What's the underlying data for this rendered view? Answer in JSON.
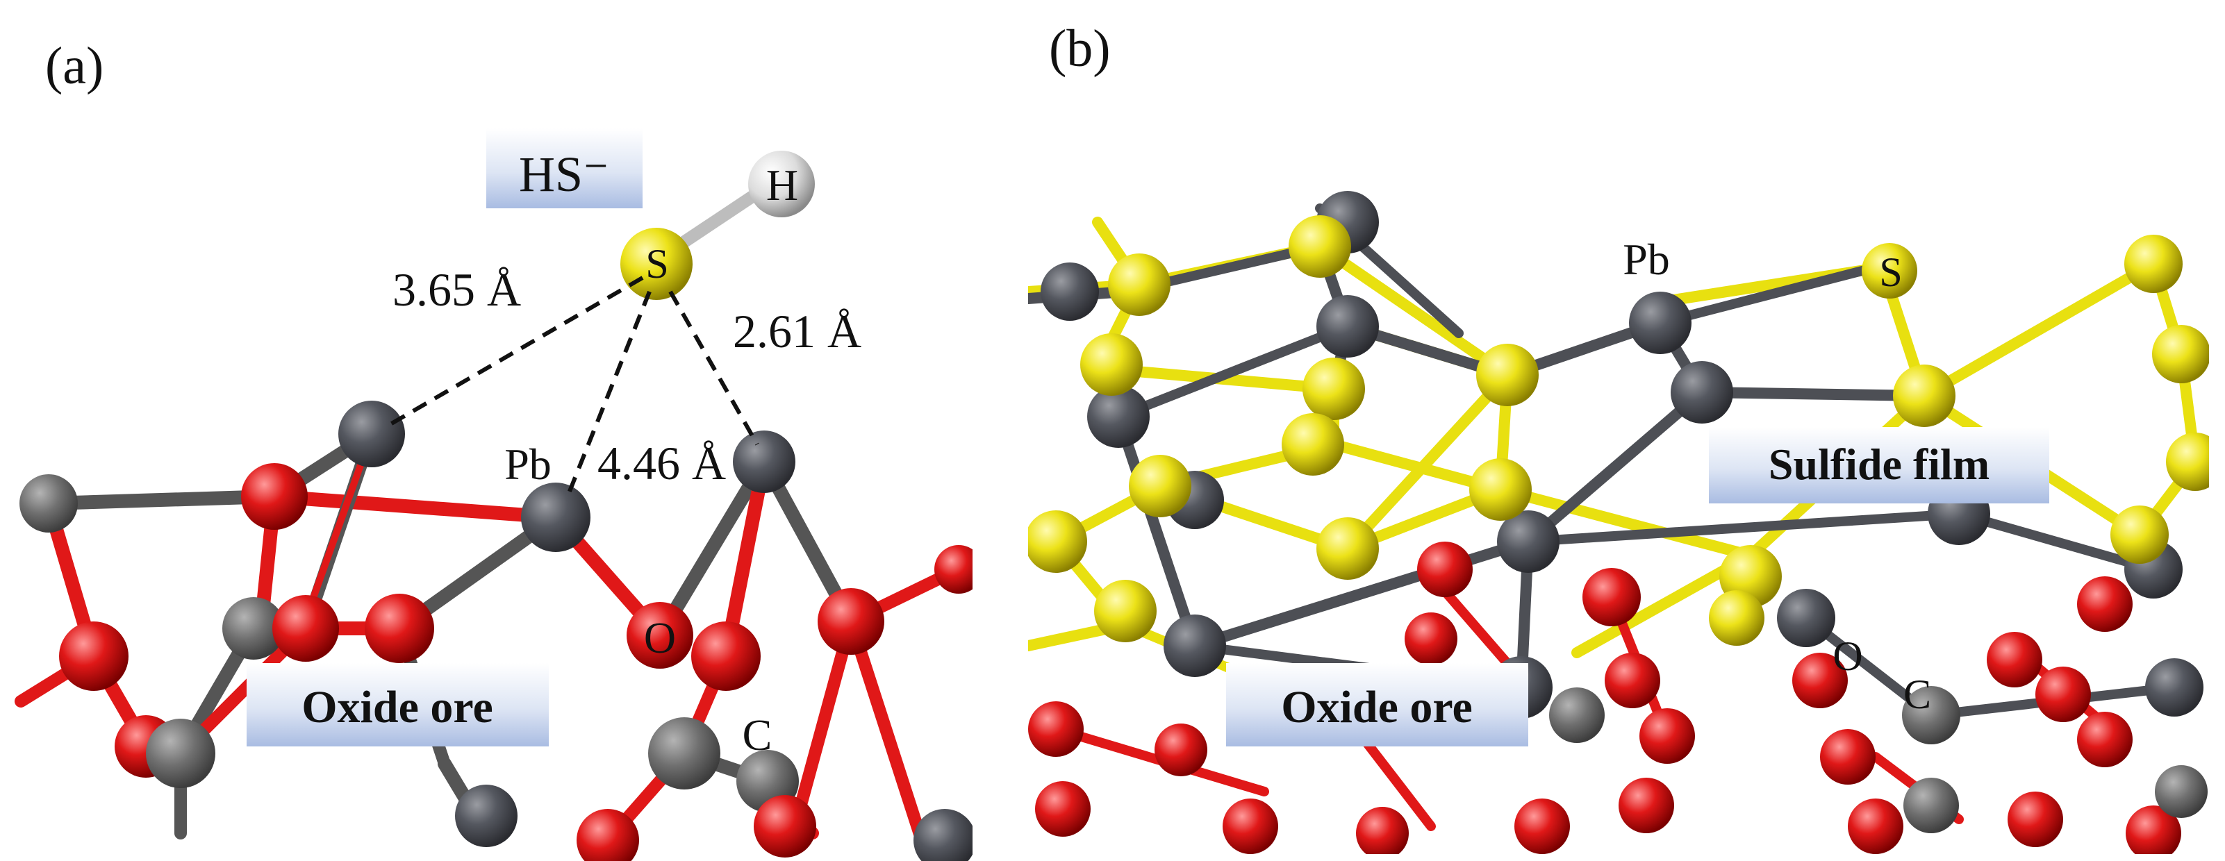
{
  "panel_a": {
    "label": "(a)",
    "species_label": "HS⁻",
    "atom_h": "H",
    "atom_s": "S",
    "atom_pb": "Pb",
    "atom_o": "O",
    "atom_c": "C",
    "dist_1": "3.65 Å",
    "dist_2": "2.61 Å",
    "dist_3": "4.46 Å",
    "region_label": "Oxide ore"
  },
  "panel_b": {
    "label": "(b)",
    "atom_pb": "Pb",
    "atom_s": "S",
    "atom_o": "O",
    "atom_c": "C",
    "film_label": "Sulfide film",
    "region_label": "Oxide ore"
  },
  "colors": {
    "lead": "#4d4f55",
    "sulfur": "#e8e010",
    "oxygen": "#e01818",
    "carbon": "#707070",
    "hydrogen": "#e6e6e6",
    "label_box": "#c9d6ee"
  }
}
